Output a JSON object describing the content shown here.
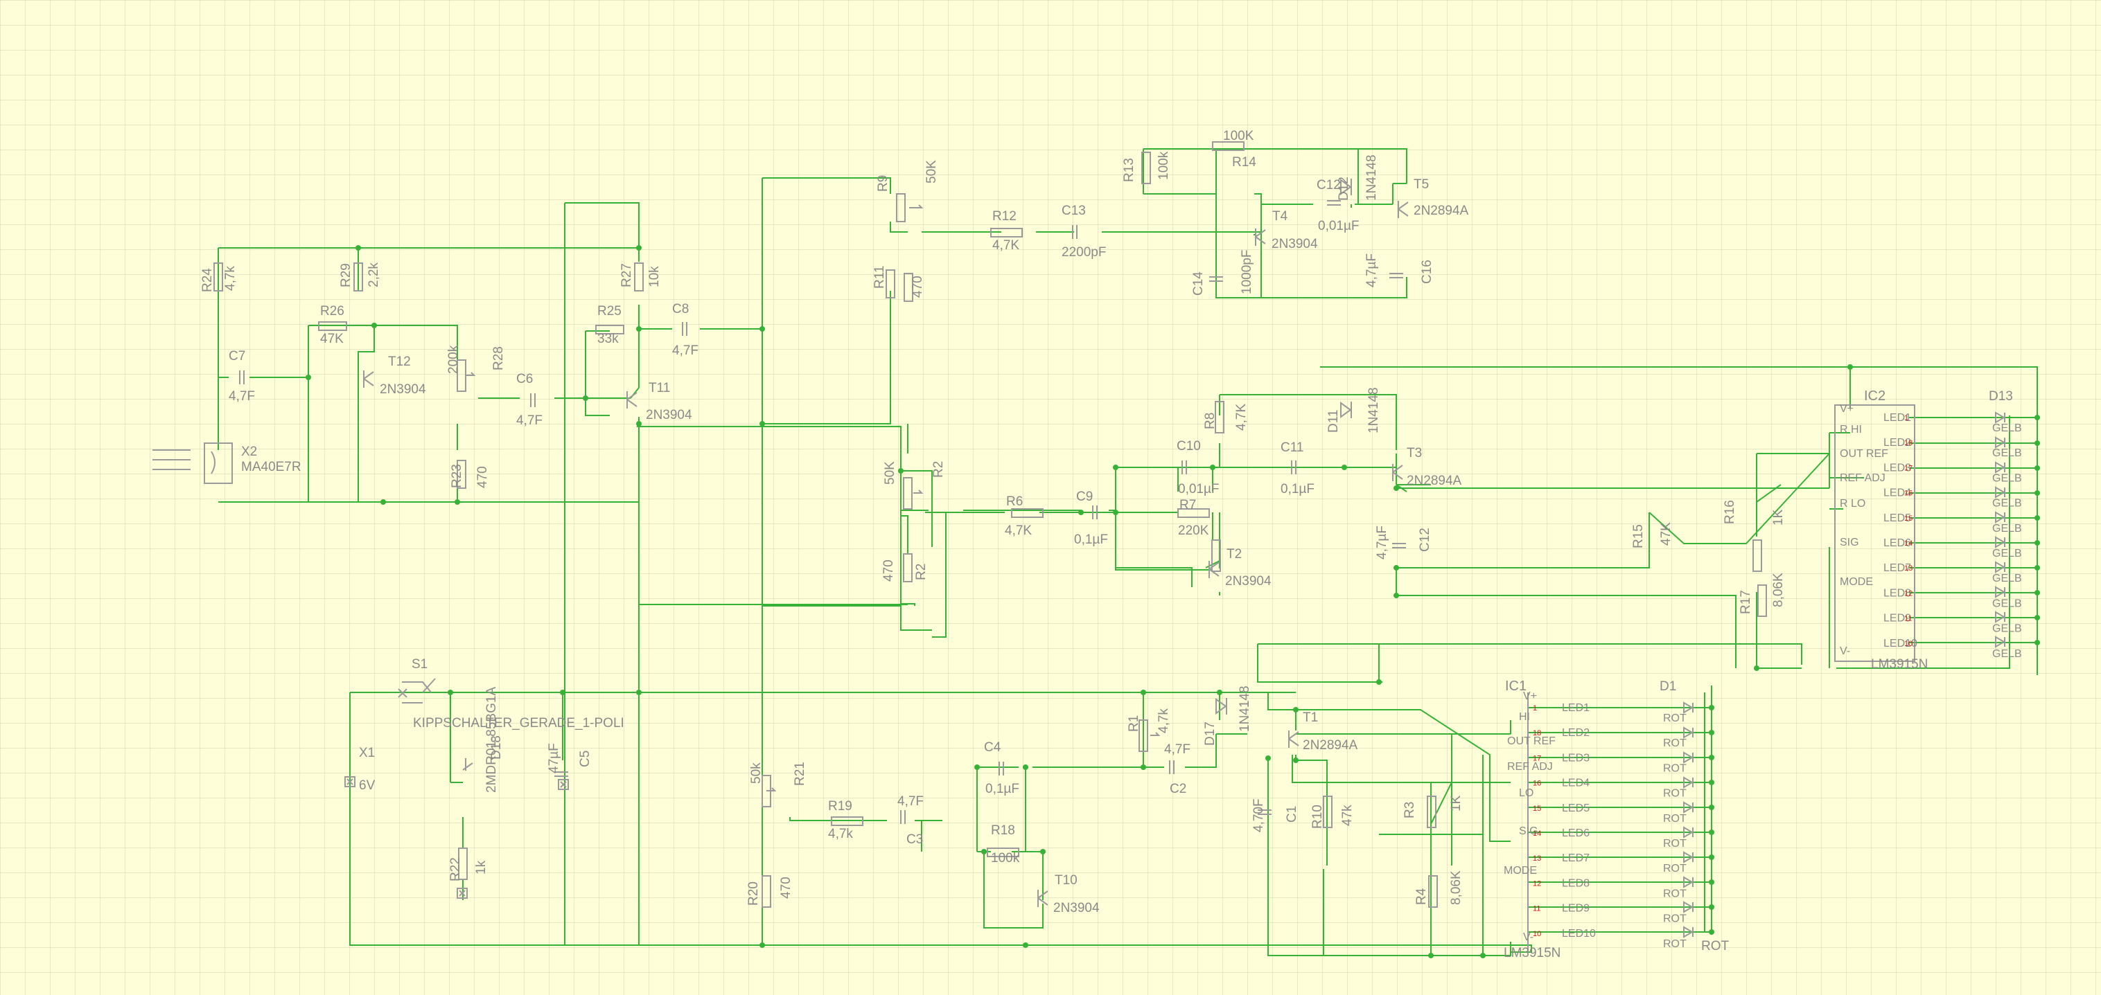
{
  "schematic": {
    "components": [
      {
        "id": "r24",
        "ref": "R24",
        "value": "4,7k"
      },
      {
        "id": "r29",
        "ref": "R29",
        "value": "2,2k"
      },
      {
        "id": "r26",
        "ref": "R26",
        "value": "47K"
      },
      {
        "id": "r27",
        "ref": "R27",
        "value": "10k"
      },
      {
        "id": "r25",
        "ref": "R25",
        "value": "33k"
      },
      {
        "id": "r28",
        "ref": "R28",
        "value": "200k"
      },
      {
        "id": "r23",
        "ref": "R23",
        "value": "470"
      },
      {
        "id": "c7",
        "ref": "C7",
        "value": "4,7F"
      },
      {
        "id": "c6",
        "ref": "C6",
        "value": "4,7F"
      },
      {
        "id": "c8",
        "ref": "C8",
        "value": "4,7F"
      },
      {
        "id": "t12",
        "ref": "T12",
        "value": "2N3904"
      },
      {
        "id": "t11",
        "ref": "T11",
        "value": "2N3904"
      },
      {
        "id": "x2",
        "ref": "X2",
        "value": "MA40E7R"
      },
      {
        "id": "r9",
        "ref": "R9",
        "value": "50K"
      },
      {
        "id": "r11",
        "ref": "R11",
        "value": "470"
      },
      {
        "id": "r12",
        "ref": "R12",
        "value": "4,7K"
      },
      {
        "id": "c13",
        "ref": "C13",
        "value": "2200pF"
      },
      {
        "id": "r13",
        "ref": "R13",
        "value": "100k"
      },
      {
        "id": "r14",
        "ref": "R14",
        "value": "100K"
      },
      {
        "id": "c12b",
        "ref": "C12",
        "value": "0,01µF"
      },
      {
        "id": "d12",
        "ref": "D12",
        "value": "1N4148"
      },
      {
        "id": "t4",
        "ref": "T4",
        "value": "2N3904"
      },
      {
        "id": "t5",
        "ref": "T5",
        "value": "2N2894A"
      },
      {
        "id": "c14",
        "ref": "C14",
        "value": "1000pF"
      },
      {
        "id": "c16",
        "ref": "C16",
        "value": "4,7µF"
      },
      {
        "id": "r2a",
        "ref": "R2",
        "value": "50K"
      },
      {
        "id": "r2b",
        "ref": "R2",
        "value": "470"
      },
      {
        "id": "r6",
        "ref": "R6",
        "value": "4,7K"
      },
      {
        "id": "c9",
        "ref": "C9",
        "value": "0,1µF"
      },
      {
        "id": "c10",
        "ref": "C10",
        "value": "0,01µF"
      },
      {
        "id": "r7",
        "ref": "R7",
        "value": "220K"
      },
      {
        "id": "t2",
        "ref": "T2",
        "value": "2N3904"
      },
      {
        "id": "r8",
        "ref": "R8",
        "value": "4,7K"
      },
      {
        "id": "c11",
        "ref": "C11",
        "value": "0,1µF"
      },
      {
        "id": "d11",
        "ref": "D11",
        "value": "1N4148"
      },
      {
        "id": "t3",
        "ref": "T3",
        "value": "2N2894A"
      },
      {
        "id": "c12",
        "ref": "C12",
        "value": "4,7µF"
      },
      {
        "id": "r15",
        "ref": "R15",
        "value": "47K"
      },
      {
        "id": "r16",
        "ref": "R16",
        "value": "1K"
      },
      {
        "id": "r17",
        "ref": "R17",
        "value": "8,06K"
      },
      {
        "id": "ic2",
        "ref": "IC2",
        "value": "LM3915N"
      },
      {
        "id": "d13",
        "ref": "D13",
        "value": "GELB"
      },
      {
        "id": "s1",
        "ref": "S1",
        "value": "KIPPSCHALTER_GERADE_1-POLI"
      },
      {
        "id": "x1",
        "ref": "X1",
        "value": "6V"
      },
      {
        "id": "d18",
        "ref": "D18",
        "value": "2MDR01-85BG1A"
      },
      {
        "id": "r22",
        "ref": "R22",
        "value": "1k"
      },
      {
        "id": "c5",
        "ref": "C5",
        "value": "47µF"
      },
      {
        "id": "r21",
        "ref": "R21",
        "value": "50k"
      },
      {
        "id": "r20",
        "ref": "R20",
        "value": "470"
      },
      {
        "id": "r19",
        "ref": "R19",
        "value": "4,7k"
      },
      {
        "id": "c3",
        "ref": "C3",
        "value": "4,7F"
      },
      {
        "id": "c4",
        "ref": "C4",
        "value": "0,1µF"
      },
      {
        "id": "r18",
        "ref": "R18",
        "value": "100k"
      },
      {
        "id": "t10",
        "ref": "T10",
        "value": "2N3904"
      },
      {
        "id": "r1",
        "ref": "R1",
        "value": "4,7k"
      },
      {
        "id": "c2",
        "ref": "C2",
        "value": "4,7F"
      },
      {
        "id": "d17",
        "ref": "D17",
        "value": "1N4148"
      },
      {
        "id": "t1",
        "ref": "T1",
        "value": "2N2894A"
      },
      {
        "id": "c1",
        "ref": "C1",
        "value": "4,70F"
      },
      {
        "id": "r10",
        "ref": "R10",
        "value": "47k"
      },
      {
        "id": "r3",
        "ref": "R3",
        "value": "1K"
      },
      {
        "id": "r4",
        "ref": "R4",
        "value": "8,06K"
      },
      {
        "id": "ic1",
        "ref": "IC1",
        "value": "LM3915N"
      },
      {
        "id": "d1",
        "ref": "D1",
        "value": "ROT"
      }
    ],
    "ic_pins": {
      "ic2": [
        "R HI",
        "OUT REF",
        "REF ADJ",
        "R LO",
        "SIG",
        "MODE",
        "V-",
        "V+"
      ],
      "ic1": [
        "V+",
        "HI",
        "OUT REF",
        "REF ADJ",
        "LO",
        "SIG",
        "MODE",
        "V-"
      ]
    },
    "led_bars": {
      "ic2": {
        "labels": [
          "LED1",
          "LED2",
          "LED3",
          "LED4",
          "LED5",
          "LED6",
          "LED7",
          "LED8",
          "LED9",
          "LED10"
        ],
        "pins": [
          "1",
          "18",
          "17",
          "16",
          "15",
          "14",
          "13",
          "12",
          "11",
          "10"
        ],
        "color": "GELB"
      },
      "ic1": {
        "labels": [
          "LED1",
          "LED2",
          "LED3",
          "LED4",
          "LED5",
          "LED6",
          "LED7",
          "LED8",
          "LED9",
          "LED10"
        ],
        "pins": [
          "1",
          "18",
          "17",
          "16",
          "15",
          "14",
          "13",
          "12",
          "11",
          "10"
        ],
        "color": "ROT"
      }
    },
    "colors": {
      "background": "#fefed8",
      "grid": "#d2d2b0",
      "wire": "#36b336",
      "symbol": "#9a9a9a",
      "pin_number": "#cc1a1a"
    }
  }
}
